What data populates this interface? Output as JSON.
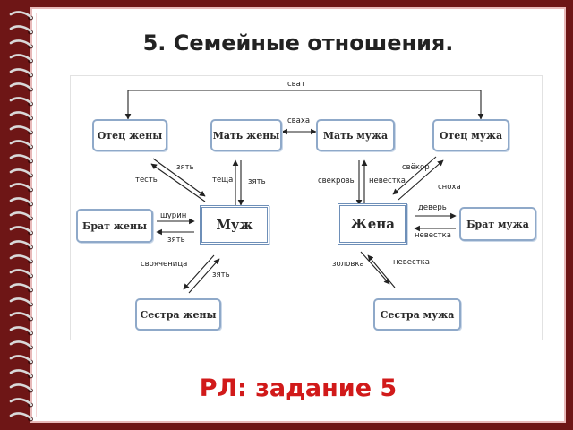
{
  "slide": {
    "title": "5. Семейные отношения.",
    "footer": "РЛ: задание 5"
  },
  "diagram": {
    "nodes": {
      "father_wife": "Отец жены",
      "mother_wife": "Мать жены",
      "mother_husband": "Мать мужа",
      "father_husband": "Отец мужа",
      "brother_wife": "Брат жены",
      "husband": "Муж",
      "wife": "Жена",
      "brother_husband": "Брат мужа",
      "sister_wife": "Сестра жены",
      "sister_husband": "Сестра мужа"
    },
    "labels": {
      "svat": "сват",
      "svakha": "сваха",
      "test": "тесть",
      "zyat1": "зять",
      "tyoshcha": "тёща",
      "zyat2": "зять",
      "svekrov": "свекровь",
      "nevestka1": "невестка",
      "svyokor": "свёкор",
      "snokha": "сноха",
      "shurin": "шурин",
      "zyat3": "зять",
      "dever": "деверь",
      "nevestka2": "невестка",
      "svoyachenitsa": "свояченица",
      "zyat4": "зять",
      "zolovka": "золовка",
      "nevestka3": "невестка"
    }
  },
  "colors": {
    "background": "#6e1616",
    "node_border": "#8fa9c9",
    "footer_text": "#d11a1a"
  }
}
